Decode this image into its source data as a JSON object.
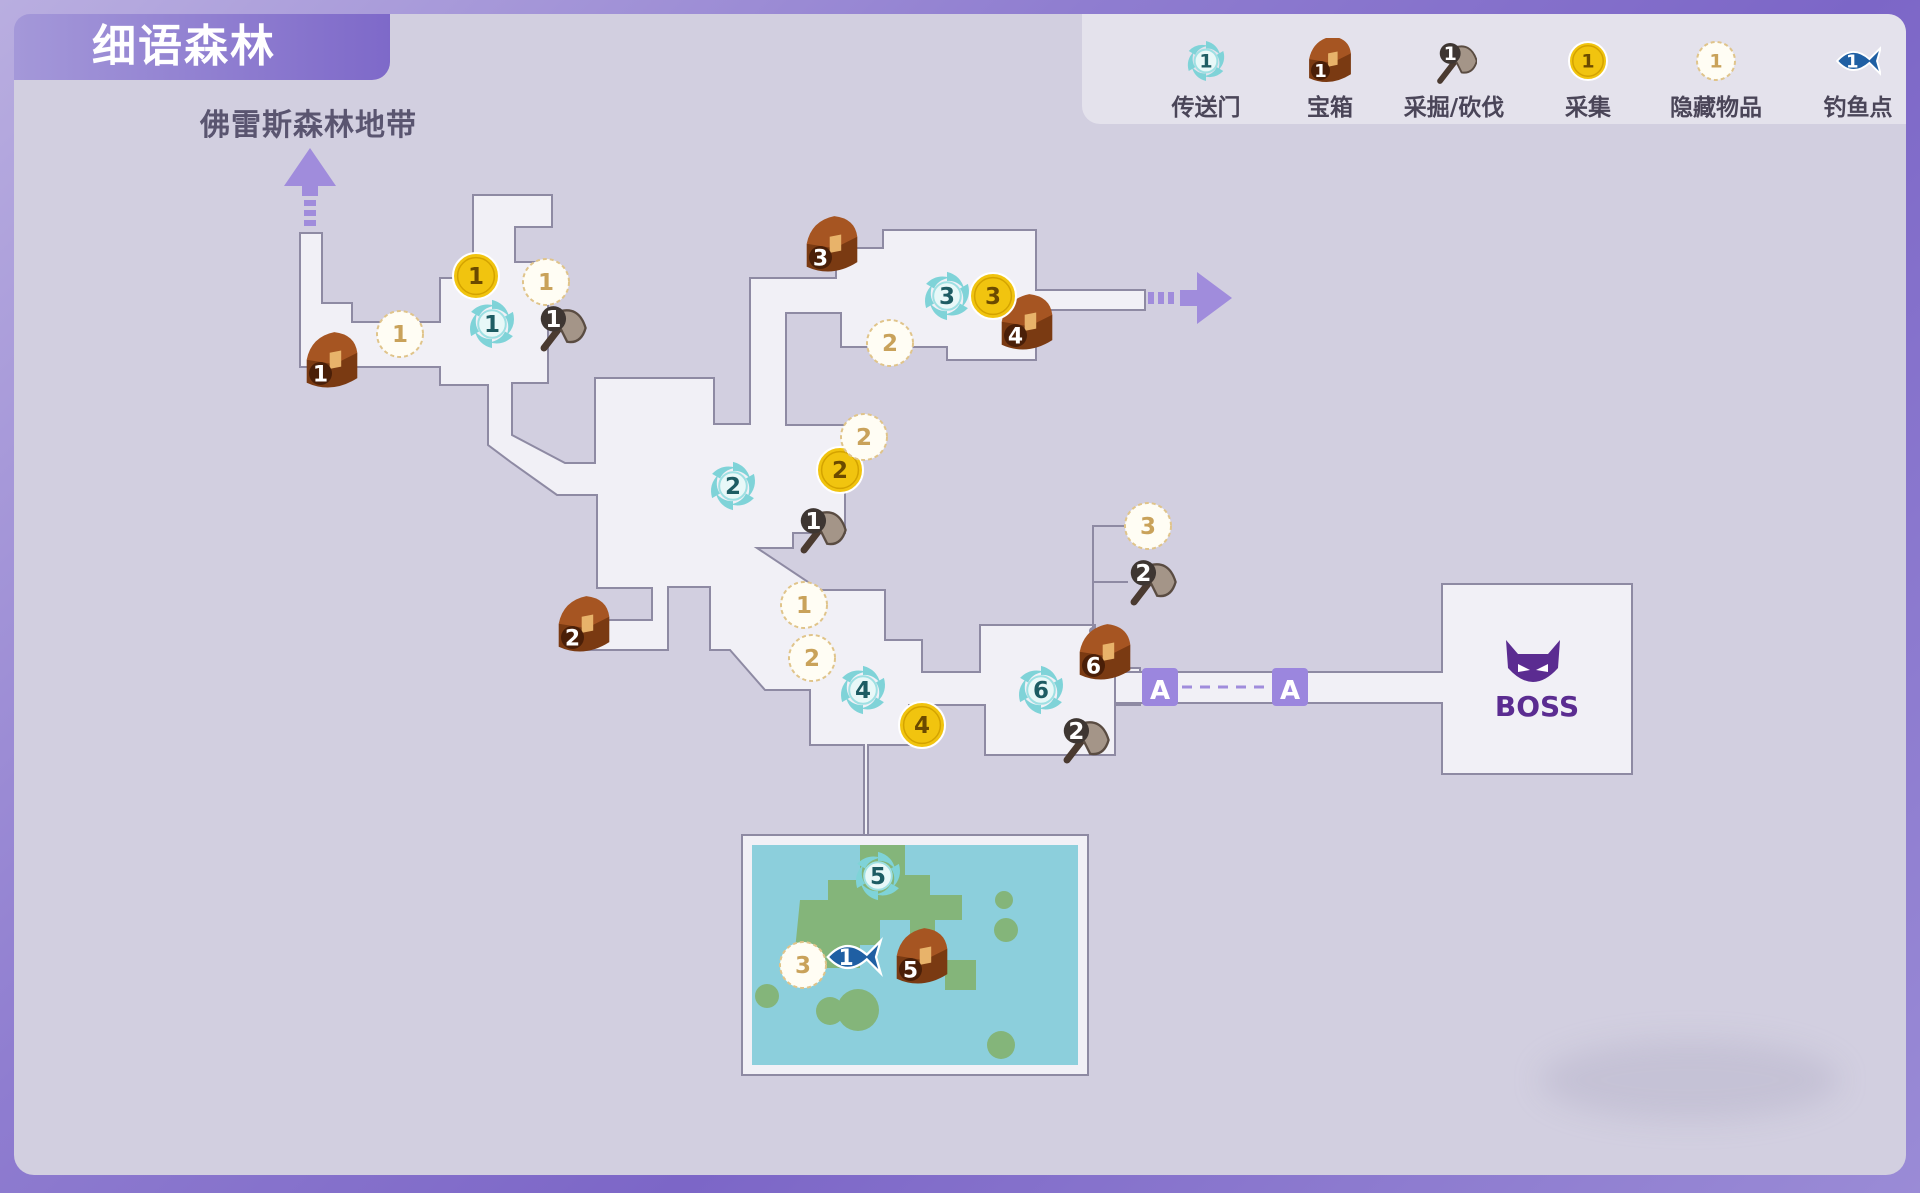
{
  "title": "细语森林",
  "region_label": "佛雷斯森林地带",
  "boss_label": "BOSS",
  "legend": [
    {
      "icon": "teleport-gate-icon",
      "label": "传送门",
      "num": "1"
    },
    {
      "icon": "treasure-chest-icon",
      "label": "宝箱",
      "num": "1"
    },
    {
      "icon": "axe-icon",
      "label": "采掘/砍伐",
      "num": "1"
    },
    {
      "icon": "gather-coin-icon",
      "label": "采集",
      "num": "1"
    },
    {
      "icon": "hidden-item-icon",
      "label": "隐藏物品",
      "num": "1"
    },
    {
      "icon": "fishing-spot-icon",
      "label": "钓鱼点",
      "num": "1"
    }
  ],
  "connector_label": "A",
  "markers": {
    "teleports": [
      "1",
      "2",
      "3",
      "4",
      "5",
      "6"
    ],
    "chests": [
      "1",
      "2",
      "3",
      "4",
      "5",
      "6"
    ],
    "axes": [
      "1",
      "1",
      "2",
      "2"
    ],
    "gathers": [
      "1",
      "2",
      "3",
      "4"
    ],
    "hidden": [
      "1",
      "1",
      "1",
      "2",
      "2",
      "2",
      "3",
      "3"
    ],
    "fishing": [
      "1"
    ]
  },
  "colors": {
    "accent": "#7e69c9",
    "panel": "#d2cfe0",
    "floor": "#f1f0f6",
    "water": "#8ccfdc",
    "boss": "#5b2c91"
  }
}
